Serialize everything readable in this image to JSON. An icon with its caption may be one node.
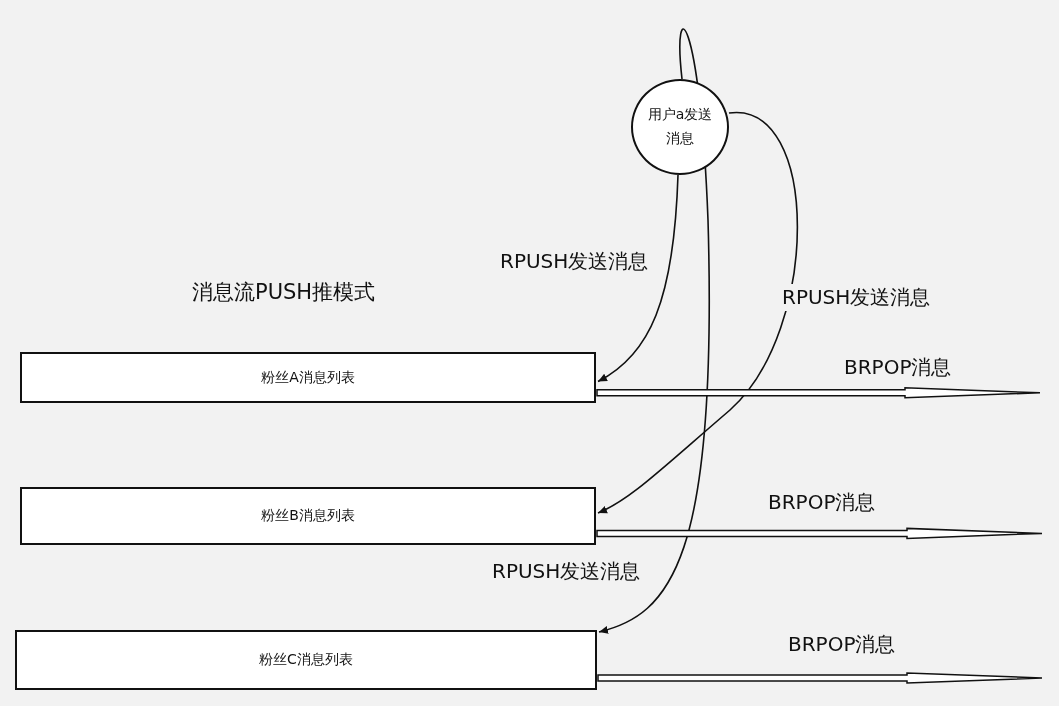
{
  "diagram": {
    "title": "消息流PUSH推模式",
    "nodes": [
      {
        "text": [
          "用户a发送消息"
        ]
      },
      {
        "text": [
          "粉丝A消息列表"
        ]
      },
      {
        "text": [
          "粉丝B消息列表"
        ]
      },
      {
        "text": [
          "粉丝C消息列表"
        ]
      }
    ],
    "edges": [
      {
        "from": 0,
        "to": 1,
        "arrow": "to",
        "label": "RPUSH发送消息"
      },
      {
        "from": 0,
        "to": 2,
        "arrow": "to",
        "label": "RPUSH发送消息"
      },
      {
        "from": 0,
        "to": 3,
        "arrow": "to",
        "label": "RPUSH发送消息"
      },
      {
        "from": 1,
        "to": null,
        "arrow": "to",
        "label": "BRPOP消息",
        "style": "thick"
      },
      {
        "from": 2,
        "to": null,
        "arrow": "to",
        "label": "BRPOP消息",
        "style": "thick"
      },
      {
        "from": 3,
        "to": null,
        "arrow": "to",
        "label": "BRPOP消息",
        "style": "thick"
      }
    ]
  }
}
